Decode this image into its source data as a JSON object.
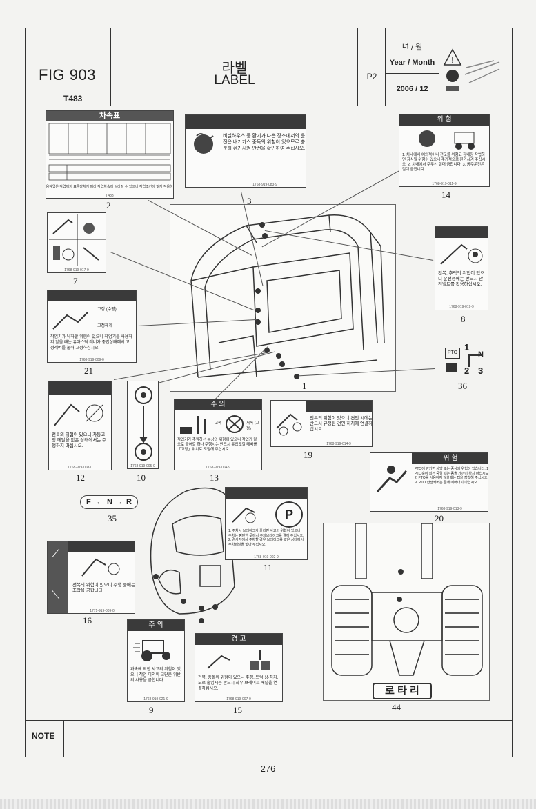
{
  "header": {
    "fig_label": "FIG 903",
    "model": "T483",
    "title_ko": "라벨",
    "title_en": "LABEL",
    "page_code": "P2",
    "year_month_ko": "년 / 월",
    "year_month_en": "Year / Month",
    "date": "2006 / 12"
  },
  "labels": [
    {
      "id": "2",
      "text": "차속표",
      "code": "T483"
    },
    {
      "id": "3",
      "text": "비닐하우스 등 환기가 나쁜 장소에서의 운전은 배기가스 중독의 위험이 있으므로 충분히 환기시켜 안전을 확인하여 주십시오.",
      "code": "1768-919-083-9"
    },
    {
      "id": "14",
      "head": "위 험",
      "text": "1. 차내에서 예외적이니 전도를 위험고 장내장 작업하면 침식될 위험이 있으니 주기적으로 환기시켜 주십시오. 2. 차내에서 주무선 절대 금합니다. 3. 음주운전은 절대 금합니다.",
      "code": "1768-919-011-9"
    },
    {
      "id": "7",
      "code": "1768-919-017-9"
    },
    {
      "id": "8",
      "text": "전복, 추락의 위험이 있으니 운전중에는 반드시 안전벨트를 착용하십시오.",
      "code": "1768-919-019-9"
    },
    {
      "id": "21",
      "text": "작업기가 낙하할 위험이 있으니 작업기를 사용하지 않을 때는 유아스틱 레버가 중립상태에서 고정레버를 눌러 고정하십시오.",
      "code": "1768-919-009-0",
      "pict_text_1": "고정 (수평)",
      "pict_text_2": "고정해제"
    },
    {
      "id": "36",
      "pto": "PTO",
      "g1": "1",
      "gn": "N",
      "g2": "2",
      "g3": "3"
    },
    {
      "id": "12",
      "text": "전복의 위험이 있으니 차동고정 페달을 밟은 상태에서는 주행하지 마십시오.",
      "code": "1768-919-008-0"
    },
    {
      "id": "10",
      "code": "1768-919-005-0"
    },
    {
      "id": "13",
      "head": "주 의",
      "text": "작업기가 추락하선 부상의 위험이 있으니 작업기 밑으로 들어갈 하나 주행시는 반드시 유압조절 레버를 「고정」위치로 조절해 주십시오.",
      "code": "1768-919-004-9",
      "p1": "고속",
      "p2": "저속 (고정)"
    },
    {
      "id": "19",
      "text": "전복의 위험이 있으니 견인 시에는 반드시 규정된 견인 히치에 연결하십시오.",
      "code": "1768-919-014-9"
    },
    {
      "id": "20",
      "head": "위 험",
      "text": "PTO에 감기면 사망 또는 중상의 위험이 있습니다. 1. PTO축이 회전 중일 때는 몸을 가까이 하지 마십시오. 2. PTO를 사용하지 않을때는 캡을 장착해 주십시오. 또 PTO 안전커버는 절대 떼어내지 마십시오.",
      "code": "1768-919-013-9"
    },
    {
      "id": "35",
      "f": "F",
      "n": "N",
      "r": "R"
    },
    {
      "id": "11",
      "text": "1. 주차시 브레이크가 풀리면 사고의 위험이 있으니 주차는 평탄한 곳에서 주차브레이크를 걸어 주십시오. 2. 경사지에서 주차할 경우 브레이크를 밟은 상태에서 주차페달을 밟아 주십시오.",
      "code": "1768-919-002-9",
      "p": "P"
    },
    {
      "id": "16",
      "text": "전복의 위험이 있으니 주행 중에는 조작을 금합니다.",
      "code": "1771-919-009-0"
    },
    {
      "id": "9",
      "head": "주 의",
      "text": "과속에 의한 사고의 위험이 있으니 작업 이외의 고단은 위반의 사용을 금합니다.",
      "code": "1768-919-021-9"
    },
    {
      "id": "15",
      "head": "경 고",
      "text": "전복, 충돌의 위험이 있으니 주행, 트럭 상·하차, 도로 출입시는 반드시 좌우 브레이크 페달을 연결하십시오.",
      "code": "1768-919-007-0"
    },
    {
      "id": "44",
      "text": "로 타 리"
    }
  ],
  "callouts": [
    "1"
  ],
  "note_label": "NOTE",
  "page_number": "276"
}
